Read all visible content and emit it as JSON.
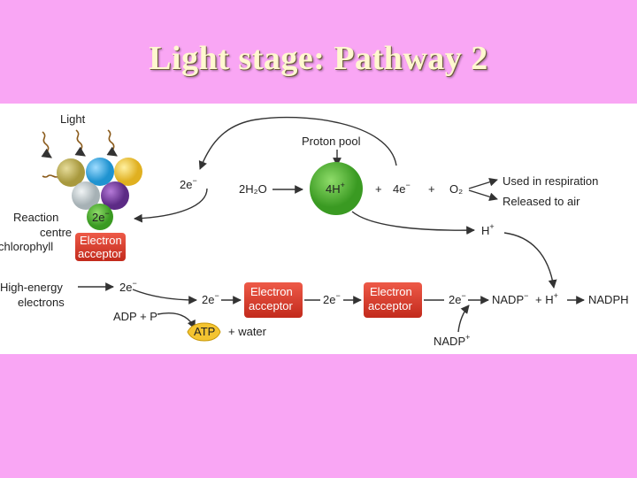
{
  "slide": {
    "title": "Light stage: Pathway 2"
  },
  "diagram": {
    "light": "Light",
    "two_e_center": "2e",
    "reaction_centre": [
      "Reaction",
      "centre",
      "chlorophyll"
    ],
    "electron_acceptor": [
      "Electron",
      "acceptor"
    ],
    "high_energy": [
      "High-energy",
      "electrons"
    ],
    "proton_pool": "Proton pool",
    "four_h": "4H",
    "water": "2H₂O",
    "plus": "+",
    "four_e": "4e",
    "o2": "O₂",
    "used_respiration": "Used in respiration",
    "released_air": "Released to air",
    "h_plus": "H",
    "two_e": "2e",
    "adp_p": "ADP + P",
    "atp": "ATP",
    "plus_water": "+ water",
    "nadp_minus": "NADP",
    "h_plus_2": "+ H",
    "nadph": "NADPH",
    "nadp_plus": "NADP",
    "minus_sup": "−",
    "plus_sup": "+",
    "colors": {
      "pigment_olive": "#c2b45a",
      "pigment_blue": "#38aee8",
      "pigment_yellow": "#f2c935",
      "pigment_grey": "#c4cdd0",
      "pigment_purple": "#7b3fa8",
      "reaction_green": "#4ab030",
      "acceptor_red": "#d93a2b",
      "atp_yellow": "#f4c430",
      "light_wave": "#8a5a1a"
    }
  }
}
